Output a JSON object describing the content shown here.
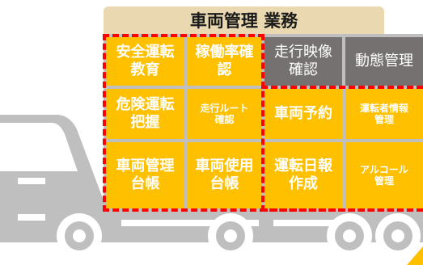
{
  "title": "車両管理 業務",
  "tiles": [
    {
      "line1": "安全運転",
      "line2": "教育",
      "style": "yellow"
    },
    {
      "line1": "稼働率確",
      "line2": "認",
      "style": "yellow"
    },
    {
      "line1": "走行映像",
      "line2": "確認",
      "style": "gray"
    },
    {
      "line1": "動態管理",
      "line2": "",
      "style": "gray"
    },
    {
      "line1": "危険運転",
      "line2": "把握",
      "style": "yellow"
    },
    {
      "line1": "走行ルート",
      "line2": "確認",
      "style": "yellow"
    },
    {
      "line1": "車両予約",
      "line2": "",
      "style": "yellow"
    },
    {
      "line1": "運転者情報",
      "line2": "管理",
      "style": "yellow"
    },
    {
      "line1": "車両管理",
      "line2": "台帳",
      "style": "yellow"
    },
    {
      "line1": "車両使用",
      "line2": "台帳",
      "style": "yellow"
    },
    {
      "line1": "運転日報",
      "line2": "作成",
      "style": "yellow"
    },
    {
      "line1": "アルコール",
      "line2": "管理",
      "style": "yellow"
    }
  ],
  "colors": {
    "accent": "#ffc000",
    "gray_tile": "#767171",
    "truck": "#bfbfbf",
    "dash": "#ff0000",
    "header": "#e9d8b0"
  },
  "icons": [
    "truck-illustration"
  ]
}
